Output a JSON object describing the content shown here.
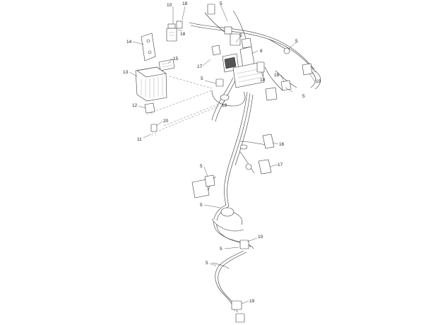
{
  "callouts": [
    {
      "id": "c10a",
      "label": "10"
    },
    {
      "id": "c18a",
      "label": "18"
    },
    {
      "id": "c18b",
      "label": "18"
    },
    {
      "id": "c5a",
      "label": "5"
    },
    {
      "id": "c5b",
      "label": "5"
    },
    {
      "id": "c5c",
      "label": "5"
    },
    {
      "id": "c6",
      "label": "6"
    },
    {
      "id": "c14",
      "label": "14"
    },
    {
      "id": "c15",
      "label": "15"
    },
    {
      "id": "c17a",
      "label": "17"
    },
    {
      "id": "c13",
      "label": "13"
    },
    {
      "id": "c5d",
      "label": "5"
    },
    {
      "id": "c10b",
      "label": "10"
    },
    {
      "id": "c18c",
      "label": "18"
    },
    {
      "id": "c19a",
      "label": "19"
    },
    {
      "id": "c5e",
      "label": "5"
    },
    {
      "id": "c19b",
      "label": "19"
    },
    {
      "id": "c12",
      "label": "12"
    },
    {
      "id": "c20",
      "label": "20"
    },
    {
      "id": "c11",
      "label": "11"
    },
    {
      "id": "c16",
      "label": "16"
    },
    {
      "id": "c5f",
      "label": "5"
    },
    {
      "id": "c17b",
      "label": "17"
    },
    {
      "id": "c5g",
      "label": "5"
    },
    {
      "id": "c10c",
      "label": "10"
    },
    {
      "id": "c5h",
      "label": "5"
    },
    {
      "id": "c5i",
      "label": "5"
    },
    {
      "id": "c19c",
      "label": "19"
    }
  ]
}
